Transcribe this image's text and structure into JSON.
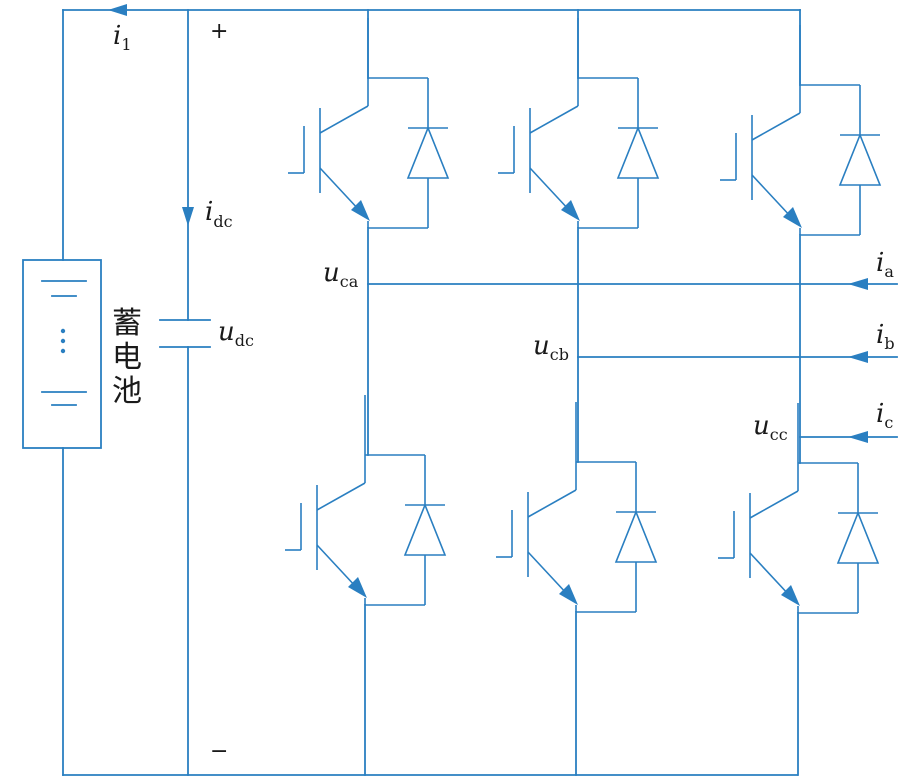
{
  "labels": {
    "i1": {
      "sym": "i",
      "sub": "1"
    },
    "idc": {
      "sym": "i",
      "sub": "dc"
    },
    "udc": {
      "sym": "u",
      "sub": "dc"
    },
    "uca": {
      "sym": "u",
      "sub": "ca"
    },
    "ucb": {
      "sym": "u",
      "sub": "cb"
    },
    "ucc": {
      "sym": "u",
      "sub": "cc"
    },
    "ia": {
      "sym": "i",
      "sub": "a"
    },
    "ib": {
      "sym": "i",
      "sub": "b"
    },
    "ic": {
      "sym": "i",
      "sub": "c"
    },
    "plus": "+",
    "minus": "−",
    "battery": [
      "蓄",
      "电",
      "池"
    ]
  },
  "colors": {
    "wire": "#2a7fc1",
    "text": "#1a1a1a"
  }
}
